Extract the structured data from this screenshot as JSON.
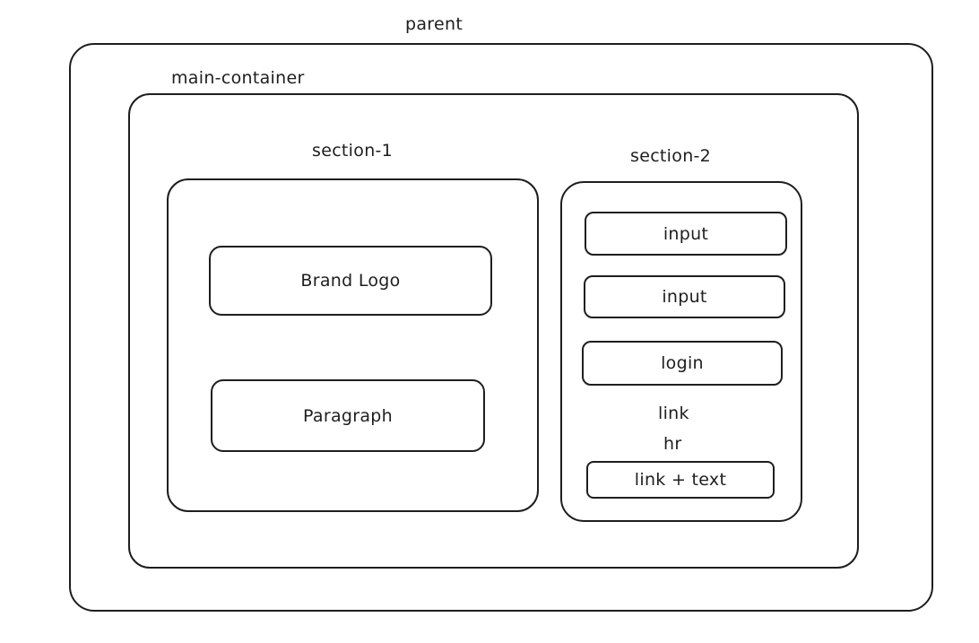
{
  "parent": {
    "label": "parent"
  },
  "main_container": {
    "label": "main-container"
  },
  "section_1": {
    "label": "section-1",
    "brand_logo": "Brand Logo",
    "paragraph": "Paragraph"
  },
  "section_2": {
    "label": "section-2",
    "input_1": "input",
    "input_2": "input",
    "login": "login",
    "link": "link",
    "hr": "hr",
    "link_text": "link + text"
  }
}
